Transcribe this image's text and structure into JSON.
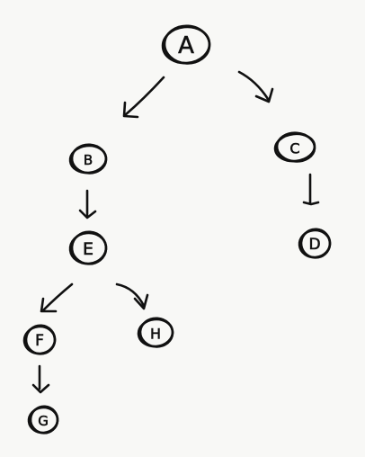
{
  "diagram": {
    "nodes": [
      {
        "id": "A",
        "label": "A"
      },
      {
        "id": "B",
        "label": "B"
      },
      {
        "id": "C",
        "label": "C"
      },
      {
        "id": "D",
        "label": "D"
      },
      {
        "id": "E",
        "label": "E"
      },
      {
        "id": "F",
        "label": "F"
      },
      {
        "id": "G",
        "label": "G"
      },
      {
        "id": "H",
        "label": "H"
      }
    ],
    "edges": [
      {
        "from": "A",
        "to": "B"
      },
      {
        "from": "A",
        "to": "C"
      },
      {
        "from": "B",
        "to": "E"
      },
      {
        "from": "C",
        "to": "D"
      },
      {
        "from": "E",
        "to": "F"
      },
      {
        "from": "E",
        "to": "H"
      },
      {
        "from": "F",
        "to": "G"
      }
    ]
  }
}
